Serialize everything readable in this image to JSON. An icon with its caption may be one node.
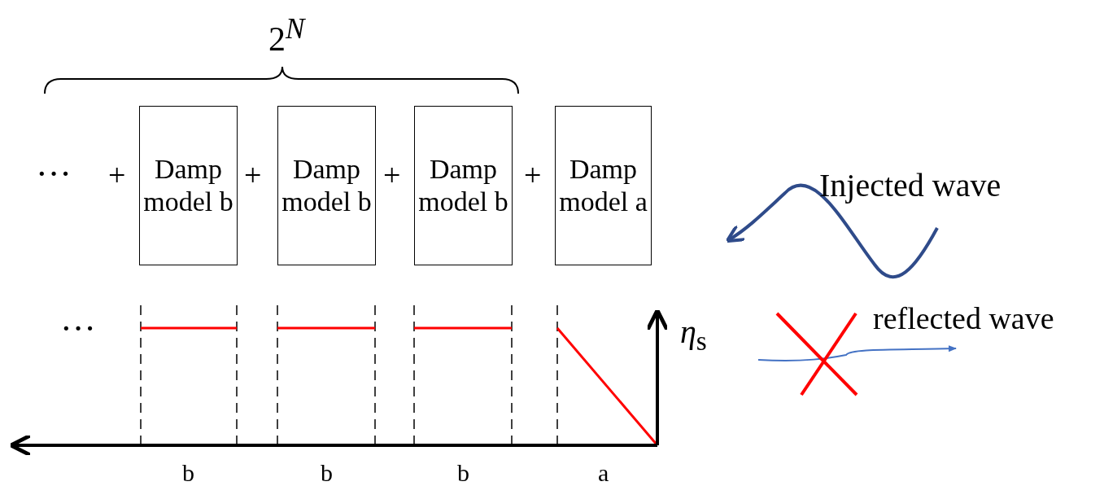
{
  "diagram": {
    "nodes": [
      {
        "text": [
          "Damp model b"
        ]
      },
      {
        "text": [
          "Damp model b"
        ]
      },
      {
        "text": [
          "Damp model b"
        ]
      },
      {
        "text": [
          "Damp model a"
        ]
      }
    ],
    "edges": [],
    "labels": [
      "2$^{N}$",
      "···",
      "+",
      "+",
      "+",
      "+",
      "Injected wave",
      "···",
      "*η*$_{s}$",
      "reflected wave",
      "b",
      "b",
      "b",
      "a"
    ]
  }
}
